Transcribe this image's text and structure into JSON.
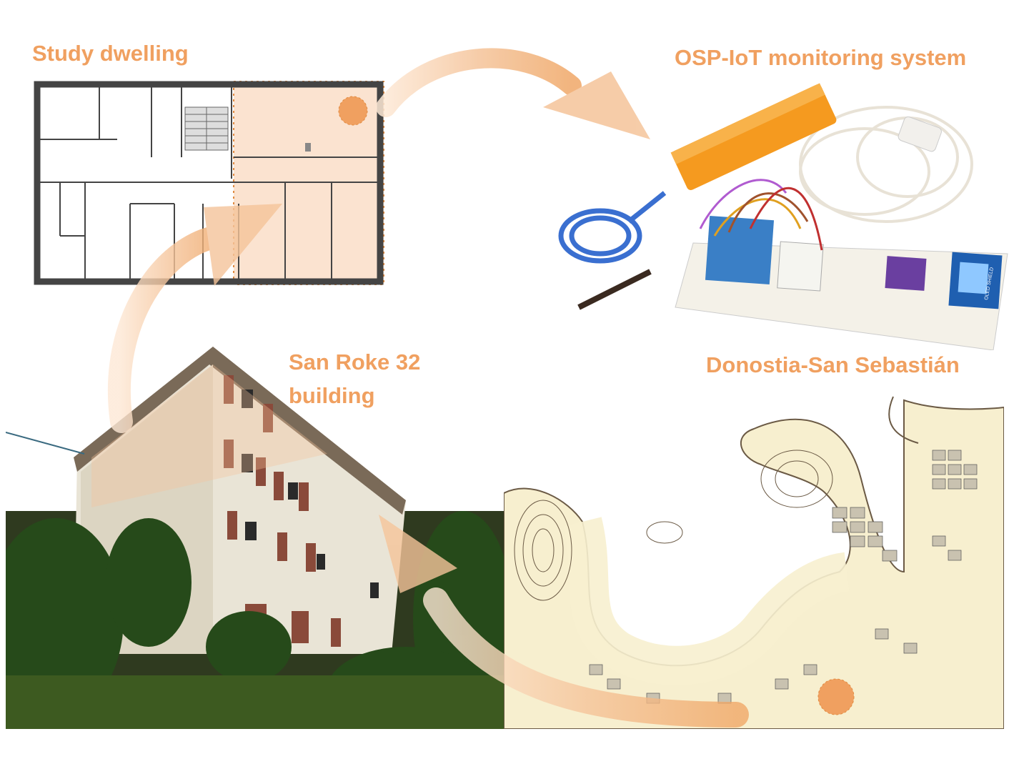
{
  "labels": {
    "study_dwelling": "Study dwelling",
    "osp_iot": "OSP-IoT monitoring system",
    "san_roke_line1": "San Roke 32",
    "san_roke_line2": "building",
    "donostia": "Donostia-San Sebastián"
  },
  "oled_text": "OLED SHIELD",
  "colors": {
    "label_orange": "#f0a060",
    "arrow_orange": "#f5c49a",
    "highlight_peach": "#fbe3d0",
    "map_land": "#f7efcf",
    "map_line": "#6b5a45",
    "wall": "#444444"
  },
  "icons": [
    "floor-plan",
    "iot-device",
    "building-photo",
    "city-map",
    "flow-arrow"
  ]
}
